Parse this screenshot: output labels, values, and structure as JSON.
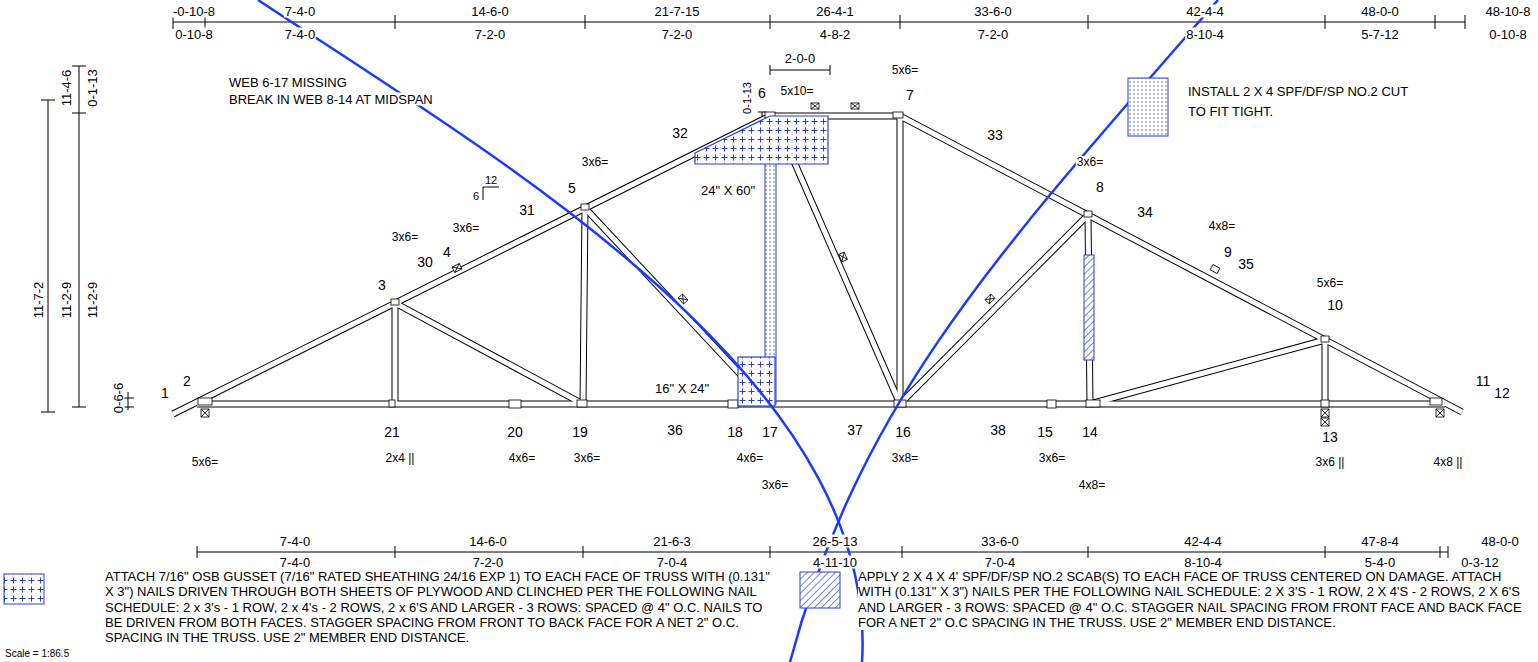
{
  "diagram": {
    "labels": [
      "-0-10-8",
      "7-4-0",
      "14-6-0",
      "21-7-15",
      "26-4-1",
      "33-6-0",
      "42-4-4",
      "48-0-0",
      "48-10-8",
      "0-10-8",
      "7-4-0",
      "7-2-0",
      "7-2-0",
      "4-8-2",
      "7-2-0",
      "8-10-4",
      "5-7-12",
      "0-10-8",
      "11-7-2",
      "11-2-9",
      "11-2-9",
      "11-4-6",
      "0-1-13",
      "0-6-6",
      "WEB 6-17 MISSING",
      "BREAK IN WEB 8-14 AT MIDSPAN",
      "12",
      "6",
      "2-0-0",
      "0-1-13",
      "1",
      "2",
      "3",
      "30",
      "4",
      "31",
      "5",
      "32",
      "6",
      "7",
      "33",
      "8",
      "34",
      "9",
      "35",
      "10",
      "11",
      "12",
      "21",
      "20",
      "19",
      "36",
      "18",
      "17",
      "37",
      "16",
      "38",
      "15",
      "14",
      "13",
      "5x6=",
      "5x10=",
      "3x6=",
      "3x6=",
      "3x6=",
      "3x6=",
      "4x8=",
      "5x6=",
      "5x6=",
      "2x4 ||",
      "4x6=",
      "3x6=",
      "4x6=",
      "3x8=",
      "3x6=",
      "3x6 ||",
      "4x8 ||",
      "3x6=",
      "4x8=",
      "24\" X 60\"",
      "16\" X 24\"",
      "7-4-0",
      "14-6-0",
      "21-6-3",
      "26-5-13",
      "33-6-0",
      "42-4-4",
      "47-8-4",
      "48-0-0",
      "7-4-0",
      "7-2-0",
      "7-0-4",
      "4-11-10",
      "7-0-4",
      "8-10-4",
      "5-4-0",
      "0-3-12",
      "Scale = 1:86.5"
    ],
    "legend": [
      {
        "text": "INSTALL 2 X 4 SPF/DF/SP NO.2 CUT TO FIT TIGHT."
      },
      {
        "text": "ATTACH 7/16\" OSB GUSSET (7/16\" RATED SHEATHING 24/16 EXP 1) TO EACH FACE OF TRUSS WITH (0.131\" X 3\") NAILS DRIVEN THROUGH BOTH SHEETS OF PLYWOOD AND CLINCHED PER THE FOLLOWING NAIL SCHEDULE: 2 x 3's - 1 ROW, 2 x 4's - 2 ROWS, 2 x 6'S AND LARGER - 3 ROWS: SPACED @ 4\" O.C. NAILS TO BE DRIVEN FROM BOTH FACES. STAGGER SPACING FROM FRONT TO BACK FACE FOR A NET 2\" O.C. SPACING IN THE TRUSS. USE 2\" MEMBER END DISTANCE."
      },
      {
        "text": "APPLY 2 X 4 X 4' SPF/DF/SP NO.2 SCAB(S) TO EACH FACE OF TRUSS CENTERED ON DAMAGE. ATTACH WITH (0.131\" X 3\") NAILS PER THE FOLLOWING NAIL SCHEDULE: 2 X 3'S - 1 ROW, 2 X 4'S - 2 ROWS, 2 X 6'S AND LARGER - 3 ROWS: SPACED @ 4\" O.C. STAGGER NAIL SPACING FROM FRONT FACE AND BACK FACE FOR A NET 2\" O.C SPACING IN THE TRUSS. USE 2\" MEMBER END DISTANCE."
      }
    ]
  }
}
